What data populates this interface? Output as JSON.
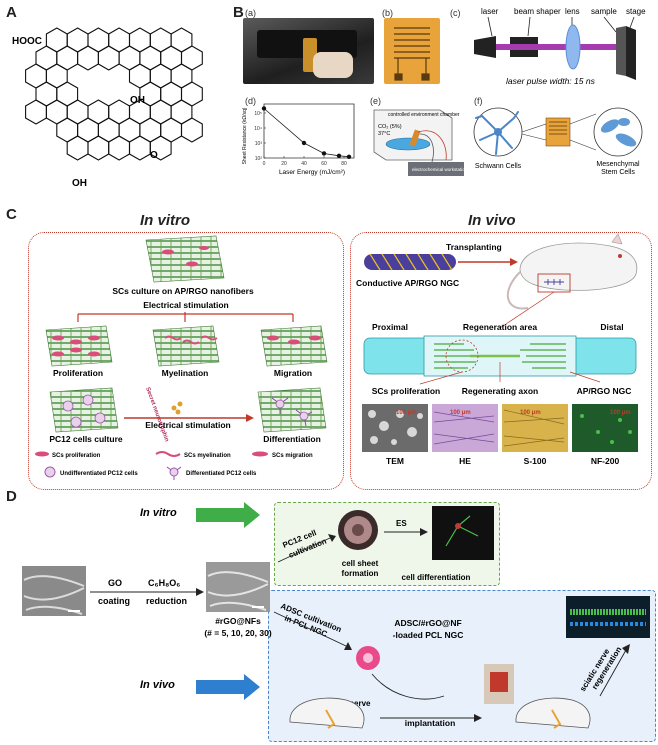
{
  "panelA": {
    "label": "A",
    "groups": {
      "cooh": "HOOC",
      "oh1": "OH",
      "oh2": "OH",
      "epoxide": "O"
    }
  },
  "panelB": {
    "label": "B",
    "sub_a": "(a)",
    "sub_b": "(b)",
    "sub_c": "(c)",
    "sub_d": "(d)",
    "sub_e": "(e)",
    "sub_f": "(f)",
    "setup": {
      "laser": "laser",
      "beam_shaper": "beam shaper",
      "lens": "lens",
      "sample": "sample",
      "stage": "stage",
      "pulse": "laser pulse width: 15 ns"
    },
    "chamber": {
      "title": "controlled environment chamber",
      "co2": "CO₂ (5%)",
      "temp": "37°C",
      "workstation": "electrochemical workstation"
    },
    "cells": {
      "left": "Schwann Cells",
      "right": "Mesenchymal Stem Cells"
    },
    "accent": "#e8a33a"
  },
  "chart_data": {
    "type": "line",
    "xlabel": "Laser Energy (mJ/cm²)",
    "ylabel": "Sheet Resistance (kΩ/sq)",
    "x": [
      0,
      40,
      60,
      75,
      85
    ],
    "y": [
      200000,
      1000,
      200,
      140,
      120
    ],
    "xticks": [
      "0",
      "20",
      "40",
      "60",
      "80"
    ],
    "yticks": [
      "10²",
      "10³",
      "10⁴",
      "10⁵"
    ],
    "xlim": [
      0,
      90
    ],
    "ylim_log10": [
      2,
      5.6
    ],
    "grid": false
  },
  "panelC": {
    "label": "C",
    "invitro": {
      "title": "In vitro",
      "top": "SCs culture on AP/RGO nanofibers",
      "stim": "Electrical stimulation",
      "prolif": "Proliferation",
      "myel": "Myelination",
      "migr": "Migration",
      "secret": "Secret neurotrophin",
      "pc12": "PC12 cells culture",
      "stim2": "Electrical stimulation",
      "diff": "Differentiation",
      "leg1": "SCs proliferation",
      "leg2": "SCs myelination",
      "leg3": "SCs migration",
      "leg4": "Undifferentiated PC12 cells",
      "leg5": "Differentiated PC12 cells"
    },
    "invivo": {
      "title": "In vivo",
      "transplant": "Transplanting",
      "ngc": "Conductive AP/RGO NGC",
      "proximal": "Proximal",
      "region": "Regeneration area",
      "distal": "Distal",
      "scs": "SCs proliferation",
      "axon": "Regenerating axon",
      "apngc": "AP/RGO NGC",
      "tem": "TEM",
      "he": "HE",
      "s100": "S-100",
      "nf": "NF-200",
      "scale": "100 μm"
    },
    "border": "#c0392b"
  },
  "panelD": {
    "label": "D",
    "go": "GO",
    "coating": "coating",
    "reagent": "C₆H₈O₆",
    "reduction": "reduction",
    "product": "#rGO@NFs",
    "numbers": "(# = 5, 10, 20, 30)",
    "invitro": "In vitro",
    "invivo": "In vivo",
    "pc12a": "PC12 cell",
    "pc12b": "cultivation",
    "sheet1": "cell sheet",
    "sheet2": "formation",
    "es": "ES",
    "diff": "cell differentiation",
    "adsc1": "ADSC cultivation",
    "adsc2": "in PCL NGC",
    "loaded1": "ADSC/#rGO@NF",
    "loaded2": "-loaded PCL NGC",
    "sciatic": "sciatic nerve",
    "implant": "implantation",
    "regen1": "sciatic nerve",
    "regen2": "regeneration",
    "green": "#3fae49",
    "blue": "#2f7fd1"
  }
}
